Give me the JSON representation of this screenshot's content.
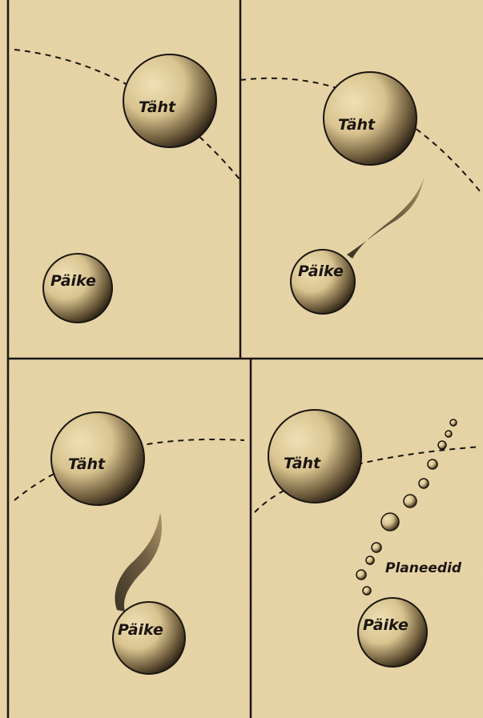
{
  "panels": [
    {
      "star_label": "Täht",
      "sun_label": "Päike"
    },
    {
      "star_label": "Täht",
      "sun_label": "Päike"
    },
    {
      "star_label": "Täht",
      "sun_label": "Päike"
    },
    {
      "star_label": "Täht",
      "sun_label": "Päike",
      "planets_label": "Planeedid"
    }
  ],
  "colors": {
    "paper": "#e6d4a6",
    "ink": "#1a1510"
  }
}
